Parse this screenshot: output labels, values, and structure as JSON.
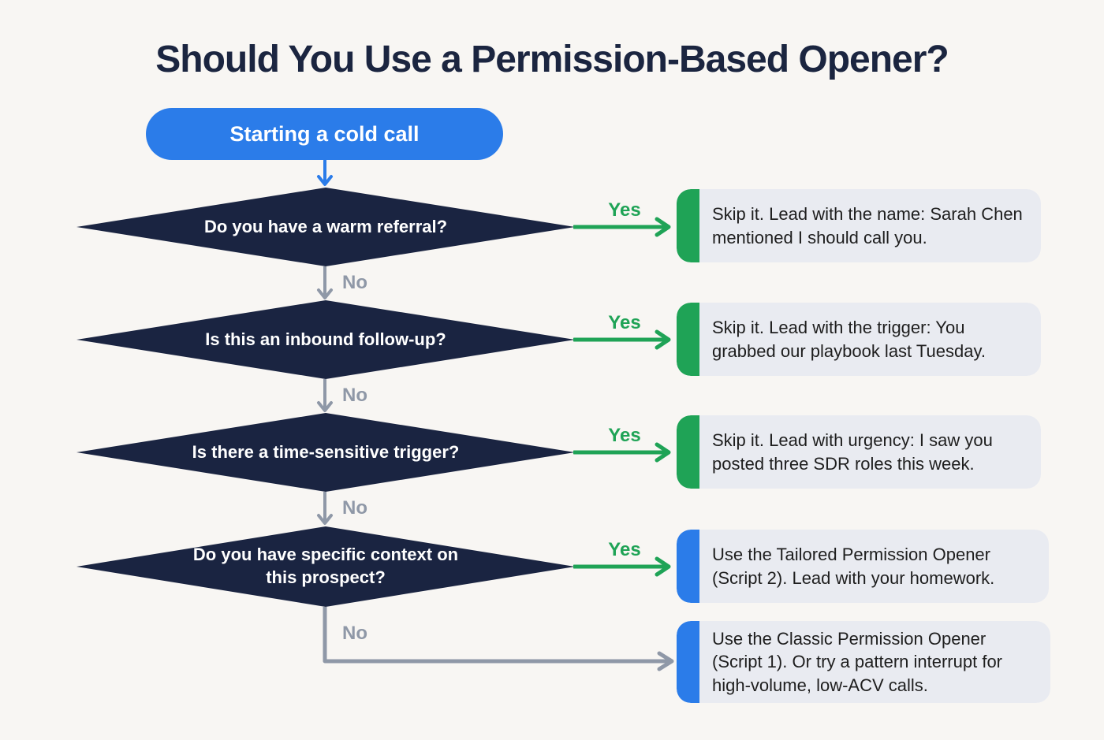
{
  "title": "Should You Use a Permission-Based Opener?",
  "start": {
    "label": "Starting a cold call"
  },
  "labels": {
    "yes": "Yes",
    "no": "No"
  },
  "colors": {
    "background": "#f8f6f3",
    "navy": "#1a2441",
    "title": "#1b2540",
    "blue": "#2b7ce9",
    "green": "#1fa356",
    "gray": "#8f98a7",
    "box_bg": "#e9ebf1",
    "box_text": "#1e1e1e"
  },
  "decisions": [
    {
      "question": "Do you have a warm referral?",
      "yes_outcome": "Skip it. Lead with the name: Sarah Chen mentioned I should call you.",
      "accent": "green"
    },
    {
      "question": "Is this an inbound follow-up?",
      "yes_outcome": "Skip it. Lead with the trigger: You grabbed our playbook last Tuesday.",
      "accent": "green"
    },
    {
      "question": "Is there a time-sensitive trigger?",
      "yes_outcome": "Skip it. Lead with urgency: I saw you posted three SDR roles this week.",
      "accent": "green"
    },
    {
      "question": "Do you have specific context on this prospect?",
      "yes_outcome": "Use the Tailored Permission Opener (Script 2). Lead with your homework.",
      "accent": "blue"
    }
  ],
  "final_outcome": {
    "text": "Use the Classic Permission Opener (Script 1). Or try a pattern interrupt for high-volume, low-ACV calls.",
    "accent": "blue"
  }
}
